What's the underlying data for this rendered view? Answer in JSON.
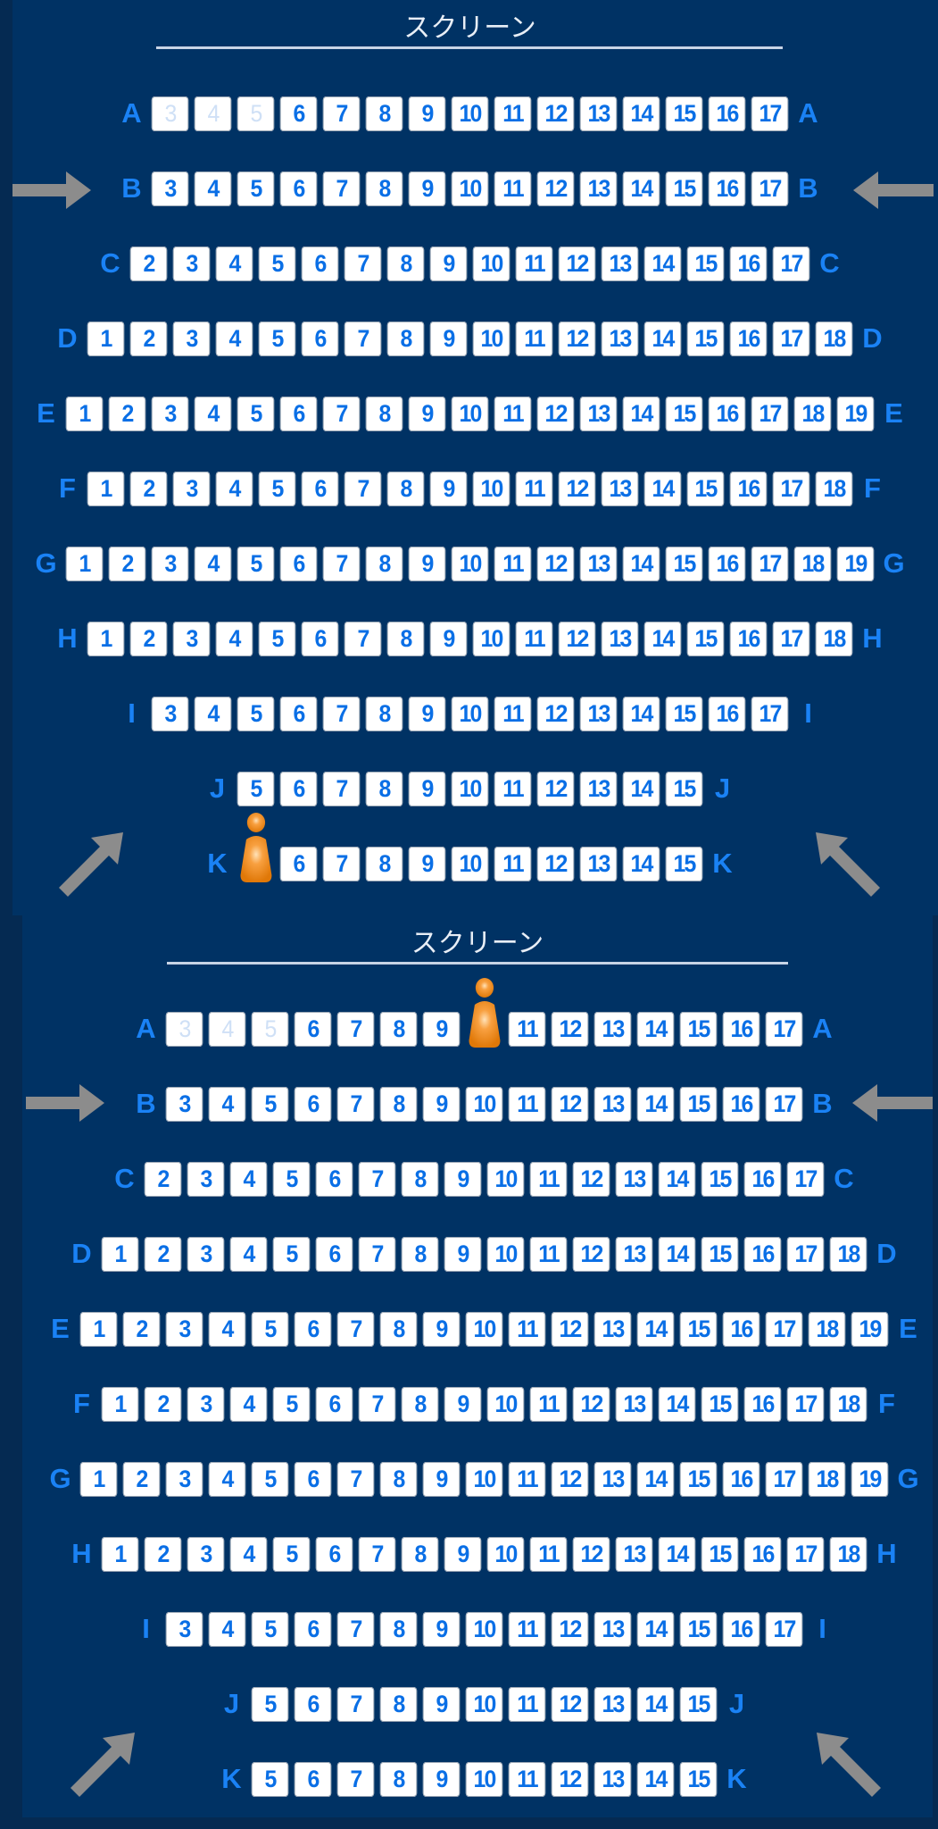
{
  "panels": [
    {
      "screen_label": "スクリーン",
      "rows": [
        {
          "label": "A",
          "seats": [
            3,
            4,
            5,
            6,
            7,
            8,
            9,
            10,
            11,
            12,
            13,
            14,
            15,
            16,
            17
          ],
          "unavailable": [
            3,
            4,
            5
          ],
          "occupied": []
        },
        {
          "label": "B",
          "seats": [
            3,
            4,
            5,
            6,
            7,
            8,
            9,
            10,
            11,
            12,
            13,
            14,
            15,
            16,
            17
          ],
          "unavailable": [],
          "occupied": []
        },
        {
          "label": "C",
          "seats": [
            2,
            3,
            4,
            5,
            6,
            7,
            8,
            9,
            10,
            11,
            12,
            13,
            14,
            15,
            16,
            17
          ],
          "unavailable": [],
          "occupied": []
        },
        {
          "label": "D",
          "seats": [
            1,
            2,
            3,
            4,
            5,
            6,
            7,
            8,
            9,
            10,
            11,
            12,
            13,
            14,
            15,
            16,
            17,
            18
          ],
          "unavailable": [],
          "occupied": []
        },
        {
          "label": "E",
          "seats": [
            1,
            2,
            3,
            4,
            5,
            6,
            7,
            8,
            9,
            10,
            11,
            12,
            13,
            14,
            15,
            16,
            17,
            18,
            19
          ],
          "unavailable": [],
          "occupied": []
        },
        {
          "label": "F",
          "seats": [
            1,
            2,
            3,
            4,
            5,
            6,
            7,
            8,
            9,
            10,
            11,
            12,
            13,
            14,
            15,
            16,
            17,
            18
          ],
          "unavailable": [],
          "occupied": []
        },
        {
          "label": "G",
          "seats": [
            1,
            2,
            3,
            4,
            5,
            6,
            7,
            8,
            9,
            10,
            11,
            12,
            13,
            14,
            15,
            16,
            17,
            18,
            19
          ],
          "unavailable": [],
          "occupied": []
        },
        {
          "label": "H",
          "seats": [
            1,
            2,
            3,
            4,
            5,
            6,
            7,
            8,
            9,
            10,
            11,
            12,
            13,
            14,
            15,
            16,
            17,
            18
          ],
          "unavailable": [],
          "occupied": []
        },
        {
          "label": "I",
          "seats": [
            3,
            4,
            5,
            6,
            7,
            8,
            9,
            10,
            11,
            12,
            13,
            14,
            15,
            16,
            17
          ],
          "unavailable": [],
          "occupied": []
        },
        {
          "label": "J",
          "seats": [
            5,
            6,
            7,
            8,
            9,
            10,
            11,
            12,
            13,
            14,
            15
          ],
          "unavailable": [],
          "occupied": []
        },
        {
          "label": "K",
          "seats": [
            5,
            6,
            7,
            8,
            9,
            10,
            11,
            12,
            13,
            14,
            15
          ],
          "unavailable": [],
          "occupied": [
            5
          ]
        }
      ]
    },
    {
      "screen_label": "スクリーン",
      "rows": [
        {
          "label": "A",
          "seats": [
            3,
            4,
            5,
            6,
            7,
            8,
            9,
            10,
            11,
            12,
            13,
            14,
            15,
            16,
            17
          ],
          "unavailable": [
            3,
            4,
            5
          ],
          "occupied": [
            10
          ]
        },
        {
          "label": "B",
          "seats": [
            3,
            4,
            5,
            6,
            7,
            8,
            9,
            10,
            11,
            12,
            13,
            14,
            15,
            16,
            17
          ],
          "unavailable": [],
          "occupied": []
        },
        {
          "label": "C",
          "seats": [
            2,
            3,
            4,
            5,
            6,
            7,
            8,
            9,
            10,
            11,
            12,
            13,
            14,
            15,
            16,
            17
          ],
          "unavailable": [],
          "occupied": []
        },
        {
          "label": "D",
          "seats": [
            1,
            2,
            3,
            4,
            5,
            6,
            7,
            8,
            9,
            10,
            11,
            12,
            13,
            14,
            15,
            16,
            17,
            18
          ],
          "unavailable": [],
          "occupied": []
        },
        {
          "label": "E",
          "seats": [
            1,
            2,
            3,
            4,
            5,
            6,
            7,
            8,
            9,
            10,
            11,
            12,
            13,
            14,
            15,
            16,
            17,
            18,
            19
          ],
          "unavailable": [],
          "occupied": []
        },
        {
          "label": "F",
          "seats": [
            1,
            2,
            3,
            4,
            5,
            6,
            7,
            8,
            9,
            10,
            11,
            12,
            13,
            14,
            15,
            16,
            17,
            18
          ],
          "unavailable": [],
          "occupied": []
        },
        {
          "label": "G",
          "seats": [
            1,
            2,
            3,
            4,
            5,
            6,
            7,
            8,
            9,
            10,
            11,
            12,
            13,
            14,
            15,
            16,
            17,
            18,
            19
          ],
          "unavailable": [],
          "occupied": []
        },
        {
          "label": "H",
          "seats": [
            1,
            2,
            3,
            4,
            5,
            6,
            7,
            8,
            9,
            10,
            11,
            12,
            13,
            14,
            15,
            16,
            17,
            18
          ],
          "unavailable": [],
          "occupied": []
        },
        {
          "label": "I",
          "seats": [
            3,
            4,
            5,
            6,
            7,
            8,
            9,
            10,
            11,
            12,
            13,
            14,
            15,
            16,
            17
          ],
          "unavailable": [],
          "occupied": []
        },
        {
          "label": "J",
          "seats": [
            5,
            6,
            7,
            8,
            9,
            10,
            11,
            12,
            13,
            14,
            15
          ],
          "unavailable": [],
          "occupied": []
        },
        {
          "label": "K",
          "seats": [
            5,
            6,
            7,
            8,
            9,
            10,
            11,
            12,
            13,
            14,
            15
          ],
          "unavailable": [],
          "occupied": []
        }
      ]
    }
  ],
  "colors": {
    "panel": "#003264",
    "seat_text": "#0a6fe6",
    "row_label": "#1a82f5",
    "occupied": "#f28a1a",
    "arrow": "#8c8c8c"
  }
}
